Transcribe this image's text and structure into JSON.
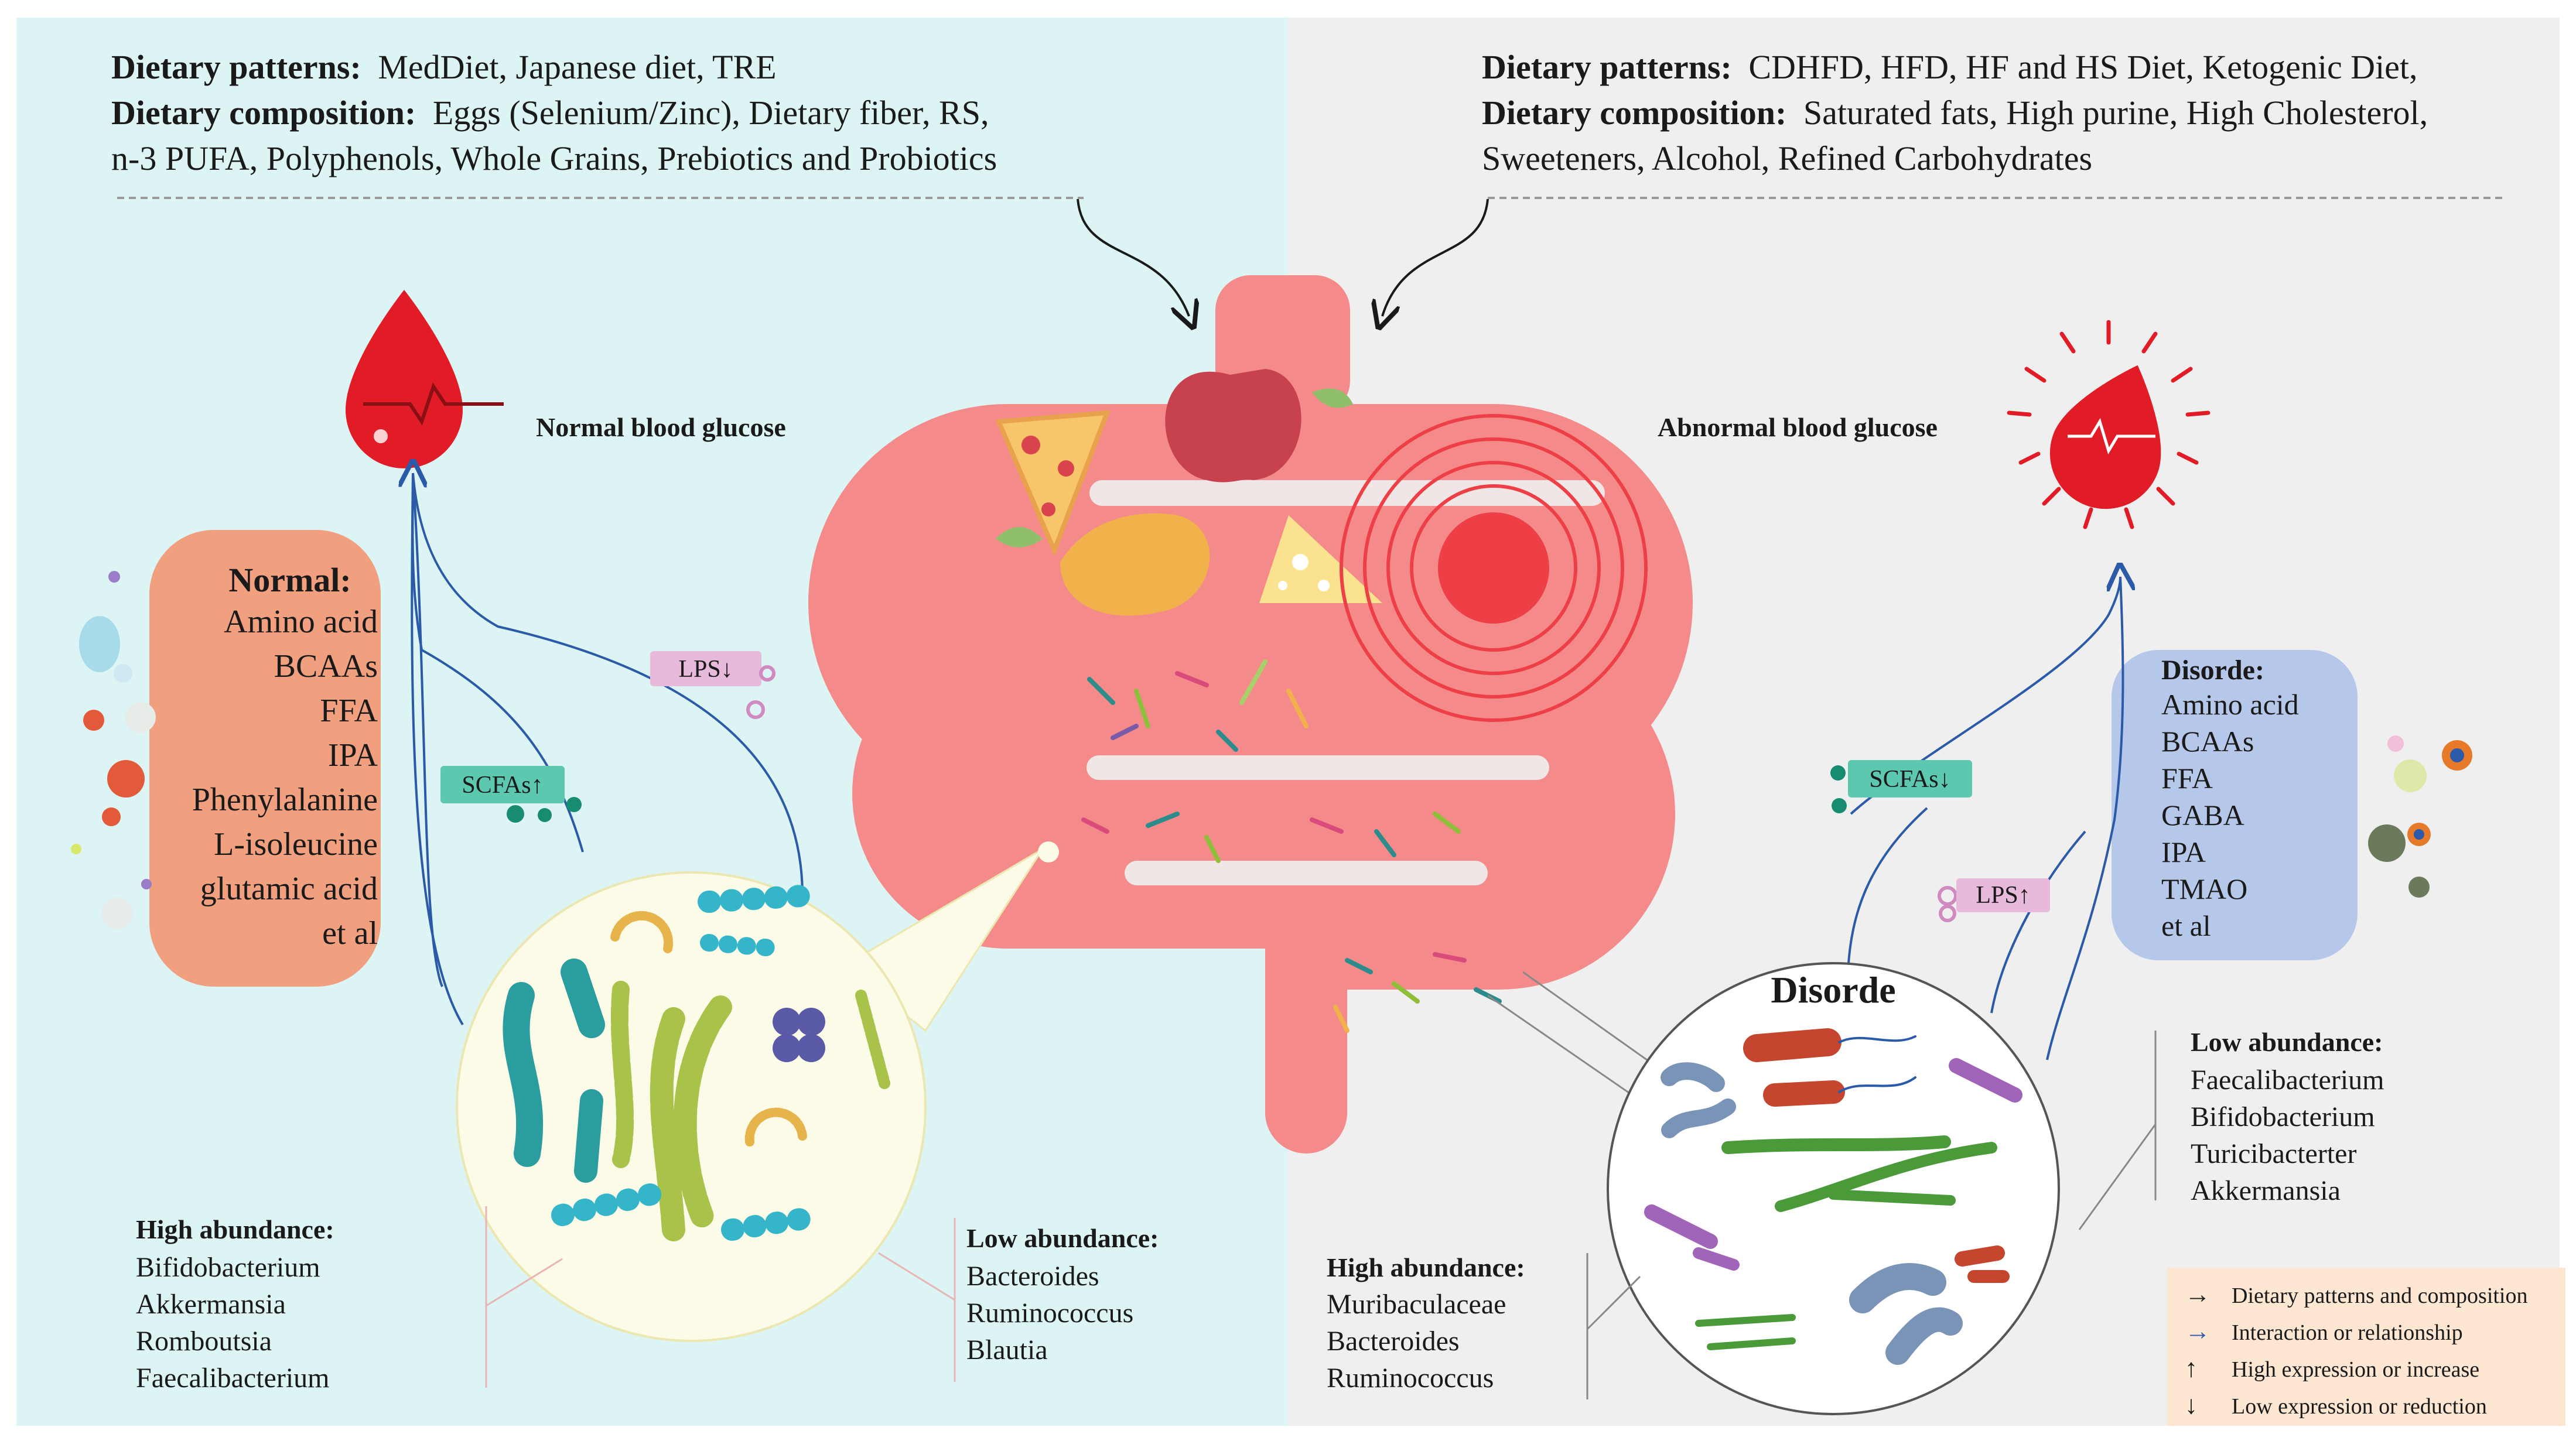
{
  "left_panel": {
    "patterns_label": "Dietary patterns:",
    "patterns_text": "MedDiet, Japanese diet, TRE",
    "composition_label": "Dietary composition:",
    "composition_text_1": "Eggs (Selenium/Zinc), Dietary fiber, RS,",
    "composition_text_2": "n-3 PUFA, Polyphenols, Whole Grains, Prebiotics and Probiotics",
    "glucose_label": "Normal blood glucose",
    "metabolites_title": "Normal:",
    "metabolites": [
      "Amino acid",
      "BCAAs",
      "FFA",
      "IPA",
      "Phenylalanine",
      "L-isoleucine",
      "glutamic acid",
      "et al"
    ],
    "scfa_badge": "SCFAs↑",
    "lps_badge": "LPS↓",
    "high_abundance_title": "High abundance:",
    "high_abundance": [
      "Bifidobacterium",
      "Akkermansia",
      "Romboutsia",
      "Faecalibacterium"
    ],
    "low_abundance_title": "Low abundance:",
    "low_abundance": [
      "Bacteroides",
      "Ruminococcus",
      "Blautia"
    ]
  },
  "right_panel": {
    "patterns_label": "Dietary patterns:",
    "patterns_text": "CDHFD, HFD, HF and HS Diet, Ketogenic Diet,",
    "composition_label": "Dietary composition:",
    "composition_text_1": "Saturated fats, High purine, High Cholesterol,",
    "composition_text_2": "Sweeteners, Alcohol, Refined Carbohydrates",
    "glucose_label": "Abnormal blood glucose",
    "metabolites_title": "Disorde:",
    "metabolites": [
      "Amino acid",
      "BCAAs",
      "FFA",
      "GABA",
      "IPA",
      "TMAO",
      "et al"
    ],
    "scfa_badge": "SCFAs↓",
    "lps_badge": "LPS↑",
    "circle_title": "Disorde",
    "high_abundance_title": "High abundance:",
    "high_abundance": [
      "Muribaculaceae",
      "Bacteroides",
      "Ruminococcus"
    ],
    "low_abundance_title": "Low abundance:",
    "low_abundance": [
      "Faecalibacterium",
      "Bifidobacterium",
      "Turicibacterter",
      "Akkermansia"
    ]
  },
  "legend": {
    "items": [
      {
        "symbol": "→",
        "label": "Dietary patterns and composition",
        "color": "#1a1a1a"
      },
      {
        "symbol": "→",
        "label": "Interaction or relationship",
        "color": "#2a5aa8"
      },
      {
        "symbol": "↑",
        "label": "High expression or increase",
        "color": "#1a1a1a"
      },
      {
        "symbol": "↓",
        "label": "Low expression or reduction",
        "color": "#1a1a1a"
      }
    ]
  },
  "colors": {
    "left_bg": "#dcf4f3",
    "right_bg": "#efefef",
    "intestine": "#f48b8a",
    "blood": "#e21c26",
    "normal_box": "#f0a07e",
    "disorder_box": "#b6c8ea",
    "scfa_badge": "#5cc8b0",
    "lps_badge": "#e7b9da",
    "relation_line": "#2a5aa8",
    "legend_bg": "#fde6d2"
  }
}
